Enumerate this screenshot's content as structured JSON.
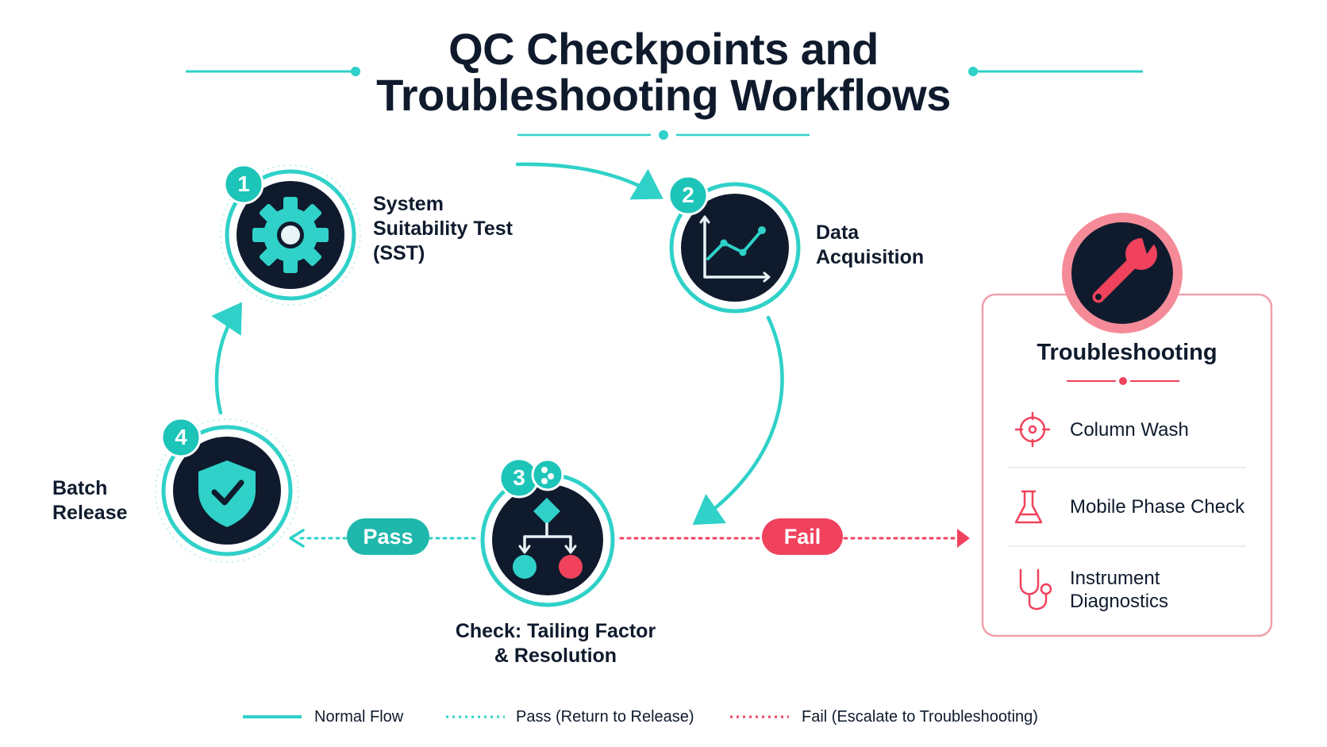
{
  "title": {
    "line1": "QC Checkpoints and",
    "line2": "Troubleshooting Workflows"
  },
  "colors": {
    "teal": "#2fd1c8",
    "teal_dark": "#1aa89f",
    "navy": "#0f1b2d",
    "red": "#f0425c",
    "pink_border": "#f2a0ab"
  },
  "steps": [
    {
      "number": "1",
      "icon": "gear-icon",
      "label_lines": [
        "System",
        "Suitability Test",
        "(SST)"
      ]
    },
    {
      "number": "2",
      "icon": "line-chart-icon",
      "label_lines": [
        "Data",
        "Acquisition"
      ]
    },
    {
      "number": "3",
      "icon": "decision-tree-icon",
      "label_lines": [
        "Check: Tailing Factor",
        "& Resolution"
      ]
    },
    {
      "number": "4",
      "icon": "shield-check-icon",
      "label_lines": [
        "Batch",
        "Release"
      ]
    }
  ],
  "branches": {
    "pass_label": "Pass",
    "fail_label": "Fail"
  },
  "troubleshooting": {
    "icon": "wrench-icon",
    "title": "Troubleshooting",
    "items": [
      {
        "icon": "target-icon",
        "lines": [
          "Column Wash"
        ]
      },
      {
        "icon": "flask-icon",
        "lines": [
          "Mobile Phase Check"
        ]
      },
      {
        "icon": "stethoscope-icon",
        "lines": [
          "Instrument",
          "Diagnostics"
        ]
      }
    ]
  },
  "legend": [
    {
      "style": "solid-teal",
      "label": "Normal Flow"
    },
    {
      "style": "dotted-teal",
      "label": "Pass (Return to Release)"
    },
    {
      "style": "dotted-red",
      "label": "Fail (Escalate to Troubleshooting)"
    }
  ]
}
